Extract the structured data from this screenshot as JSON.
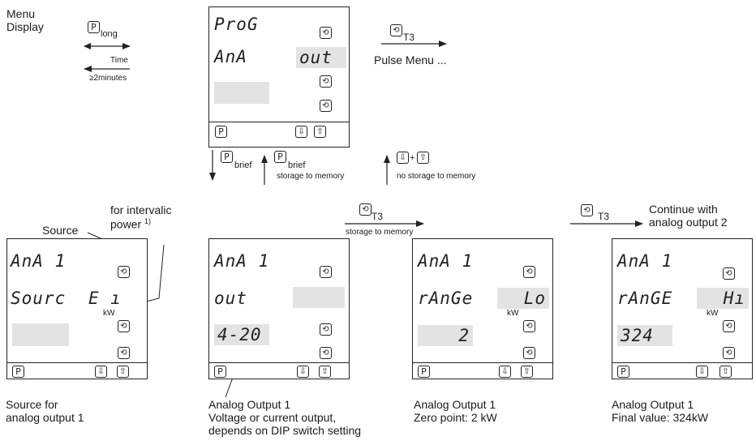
{
  "top_left": {
    "menu_display": [
      "Menu",
      "Display"
    ],
    "long_sub": "long",
    "time": "Time",
    "minutes": "≥2minutes"
  },
  "keys": {
    "p": "P",
    "scroll": "⟲",
    "down": "⇩",
    "up": "⇧",
    "plus": "+"
  },
  "prog_device": {
    "line1": "ProG",
    "line2": "AnA",
    "line2_right": "out"
  },
  "t3_label": "T3",
  "pulse_menu": "Pulse Menu ...",
  "mid_arrows": {
    "brief_sub": "brief",
    "storage": "storage to memory",
    "no_storage": "no storage to memory"
  },
  "annotations": {
    "source": "Source",
    "intervalic": [
      "for intervalic",
      "power"
    ],
    "footnote": "1)",
    "storage": "storage to memory",
    "continue": [
      "Continue with",
      "analog output 2"
    ]
  },
  "devices": [
    {
      "line1": "AnA 1",
      "line2": "Sourc",
      "line2_right": "E  ı",
      "kw": "kW"
    },
    {
      "line1": "AnA 1",
      "line2": "out",
      "line3": "4-20"
    },
    {
      "line1": "AnA 1",
      "line2": "rAnGe",
      "line2_right": "Lo",
      "kw": "kW",
      "line3": "2"
    },
    {
      "line1": "AnA 1",
      "line2": "rAnGE",
      "line2_right": "Hı",
      "kw": "kW",
      "line3": "324"
    }
  ],
  "captions": [
    [
      "Source for",
      "analog output 1"
    ],
    [
      "Analog Output 1",
      "Voltage or current output,",
      "depends on DIP switch setting"
    ],
    [
      "Analog Output 1",
      "Zero point: 2 kW"
    ],
    [
      "Analog Output 1",
      "Final value: 324kW"
    ]
  ]
}
